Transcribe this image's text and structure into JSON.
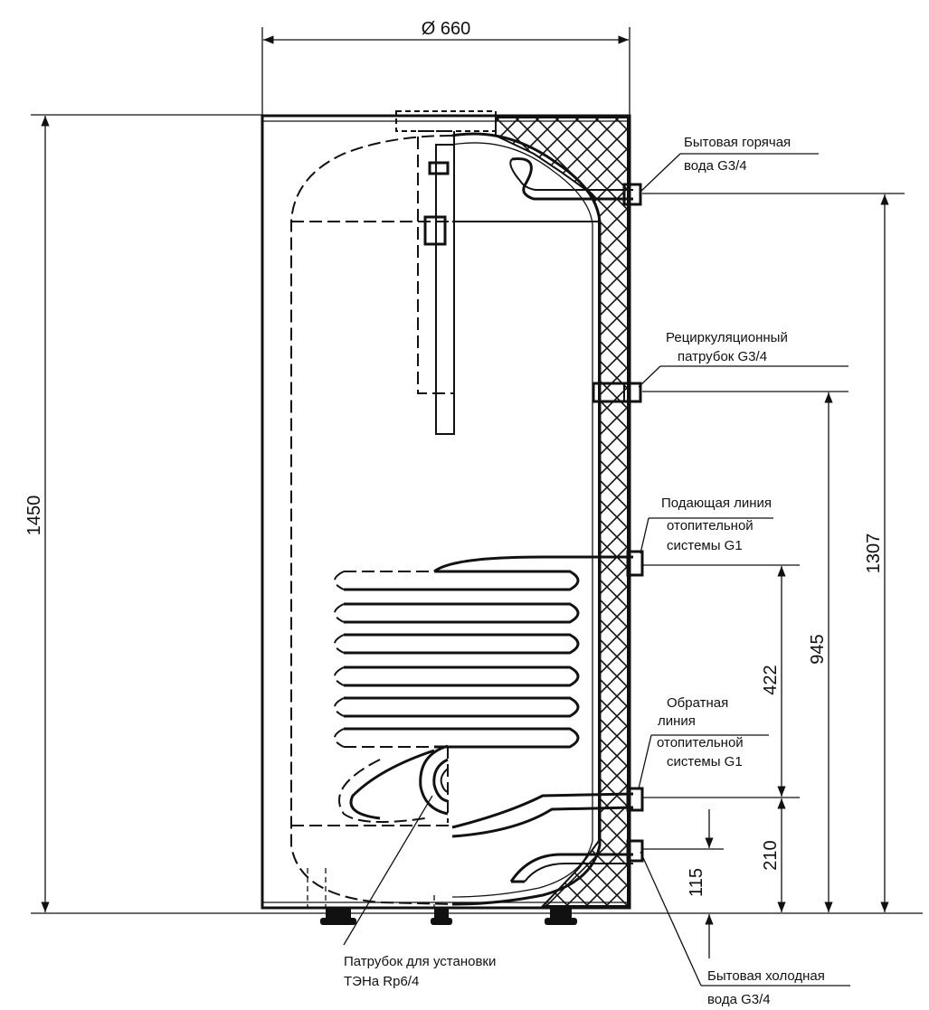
{
  "dimensions": {
    "diameter": "Ø 660",
    "total_height": "1450",
    "hot_water_height": "1307",
    "recirculation_height": "945",
    "supply_to_return": "422",
    "return_height": "210",
    "cold_water_height": "115"
  },
  "callouts": {
    "hot_water": [
      "Бытовая горячая",
      "вода G3/4"
    ],
    "recirculation": [
      "Рециркуляционный",
      "патрубок G3/4"
    ],
    "supply_line": [
      "Подающая линия",
      "отопительной",
      "системы G1"
    ],
    "return_line": [
      "Обратная",
      "линия",
      "отопительной",
      "системы G1"
    ],
    "heater_nozzle": [
      "Патрубок для установки",
      "ТЭНа Rp6/4"
    ],
    "cold_water": [
      "Бытовая холодная",
      "вода G3/4"
    ]
  }
}
